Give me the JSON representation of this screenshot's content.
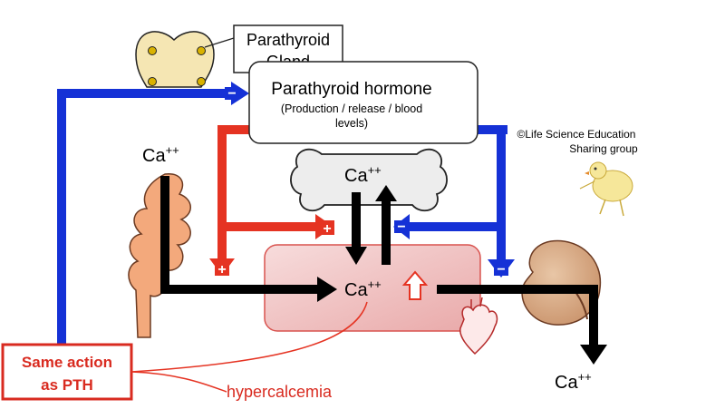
{
  "labels": {
    "gland": [
      "Parathyroid",
      "Gland"
    ],
    "hormone_title": "Parathyroid hormone",
    "hormone_sub": [
      "(Production / release / blood",
      "levels)"
    ],
    "copyright": [
      "©Life Science Education",
      "Sharing group"
    ],
    "ca_intestine": "Ca",
    "ca_bone": "Ca",
    "ca_blood": "Ca",
    "ca_urine": "Ca",
    "superscript": "++",
    "same_action": [
      "Same action",
      "as PTH"
    ],
    "hypercalcemia": "hypercalcemia"
  },
  "signs": {
    "minus": "−",
    "plus": "+"
  },
  "colors": {
    "blue": "#1531d6",
    "red": "#e53322",
    "black": "#000000",
    "blood_fill": "#f2c4c4",
    "box_red": "#d92b20"
  }
}
